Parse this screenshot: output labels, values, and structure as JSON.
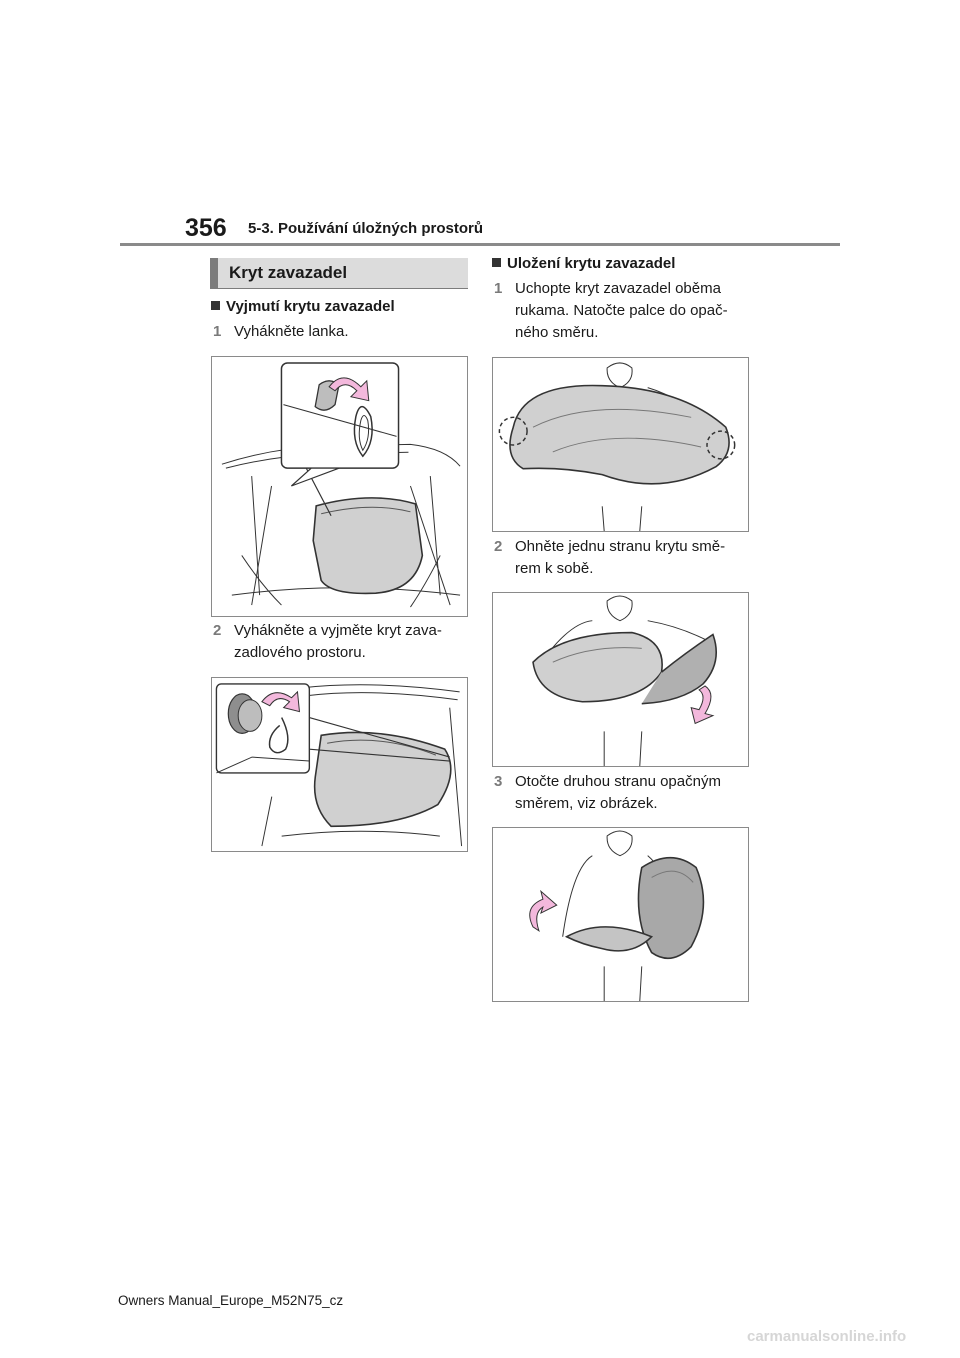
{
  "header": {
    "page_number": "356",
    "section_title": "5-3. Používání úložných prostorů"
  },
  "left_column": {
    "section_box_title": "Kryt zavazadel",
    "subheading": "Vyjmutí krytu zavazadel",
    "steps": [
      {
        "number": "1",
        "text": "Vyhákněte lanka."
      },
      {
        "number": "2",
        "text": "Vyhákněte a vyjměte kryt zava-zadlového prostoru."
      }
    ]
  },
  "right_column": {
    "subheading": "Uložení krytu zavazadel",
    "steps": [
      {
        "number": "1",
        "text": "Uchopte kryt zavazadel oběma rukama. Natočte palce do opač-ného směru."
      },
      {
        "number": "2",
        "text": "Ohněte jednu stranu krytu smě-rem k sobě."
      },
      {
        "number": "3",
        "text": "Otočte druhou stranu opačným směrem, viz obrázek."
      }
    ]
  },
  "colors": {
    "header_rule": "#8a8a8a",
    "section_box_fill": "#dcdcdc",
    "arrow_pink": "#f3b8dc",
    "cover_gray": "#d0d0d0"
  },
  "footer": {
    "text": "Owners Manual_Europe_M52N75_cz"
  },
  "watermark": {
    "text": "carmanualsonline.info"
  }
}
